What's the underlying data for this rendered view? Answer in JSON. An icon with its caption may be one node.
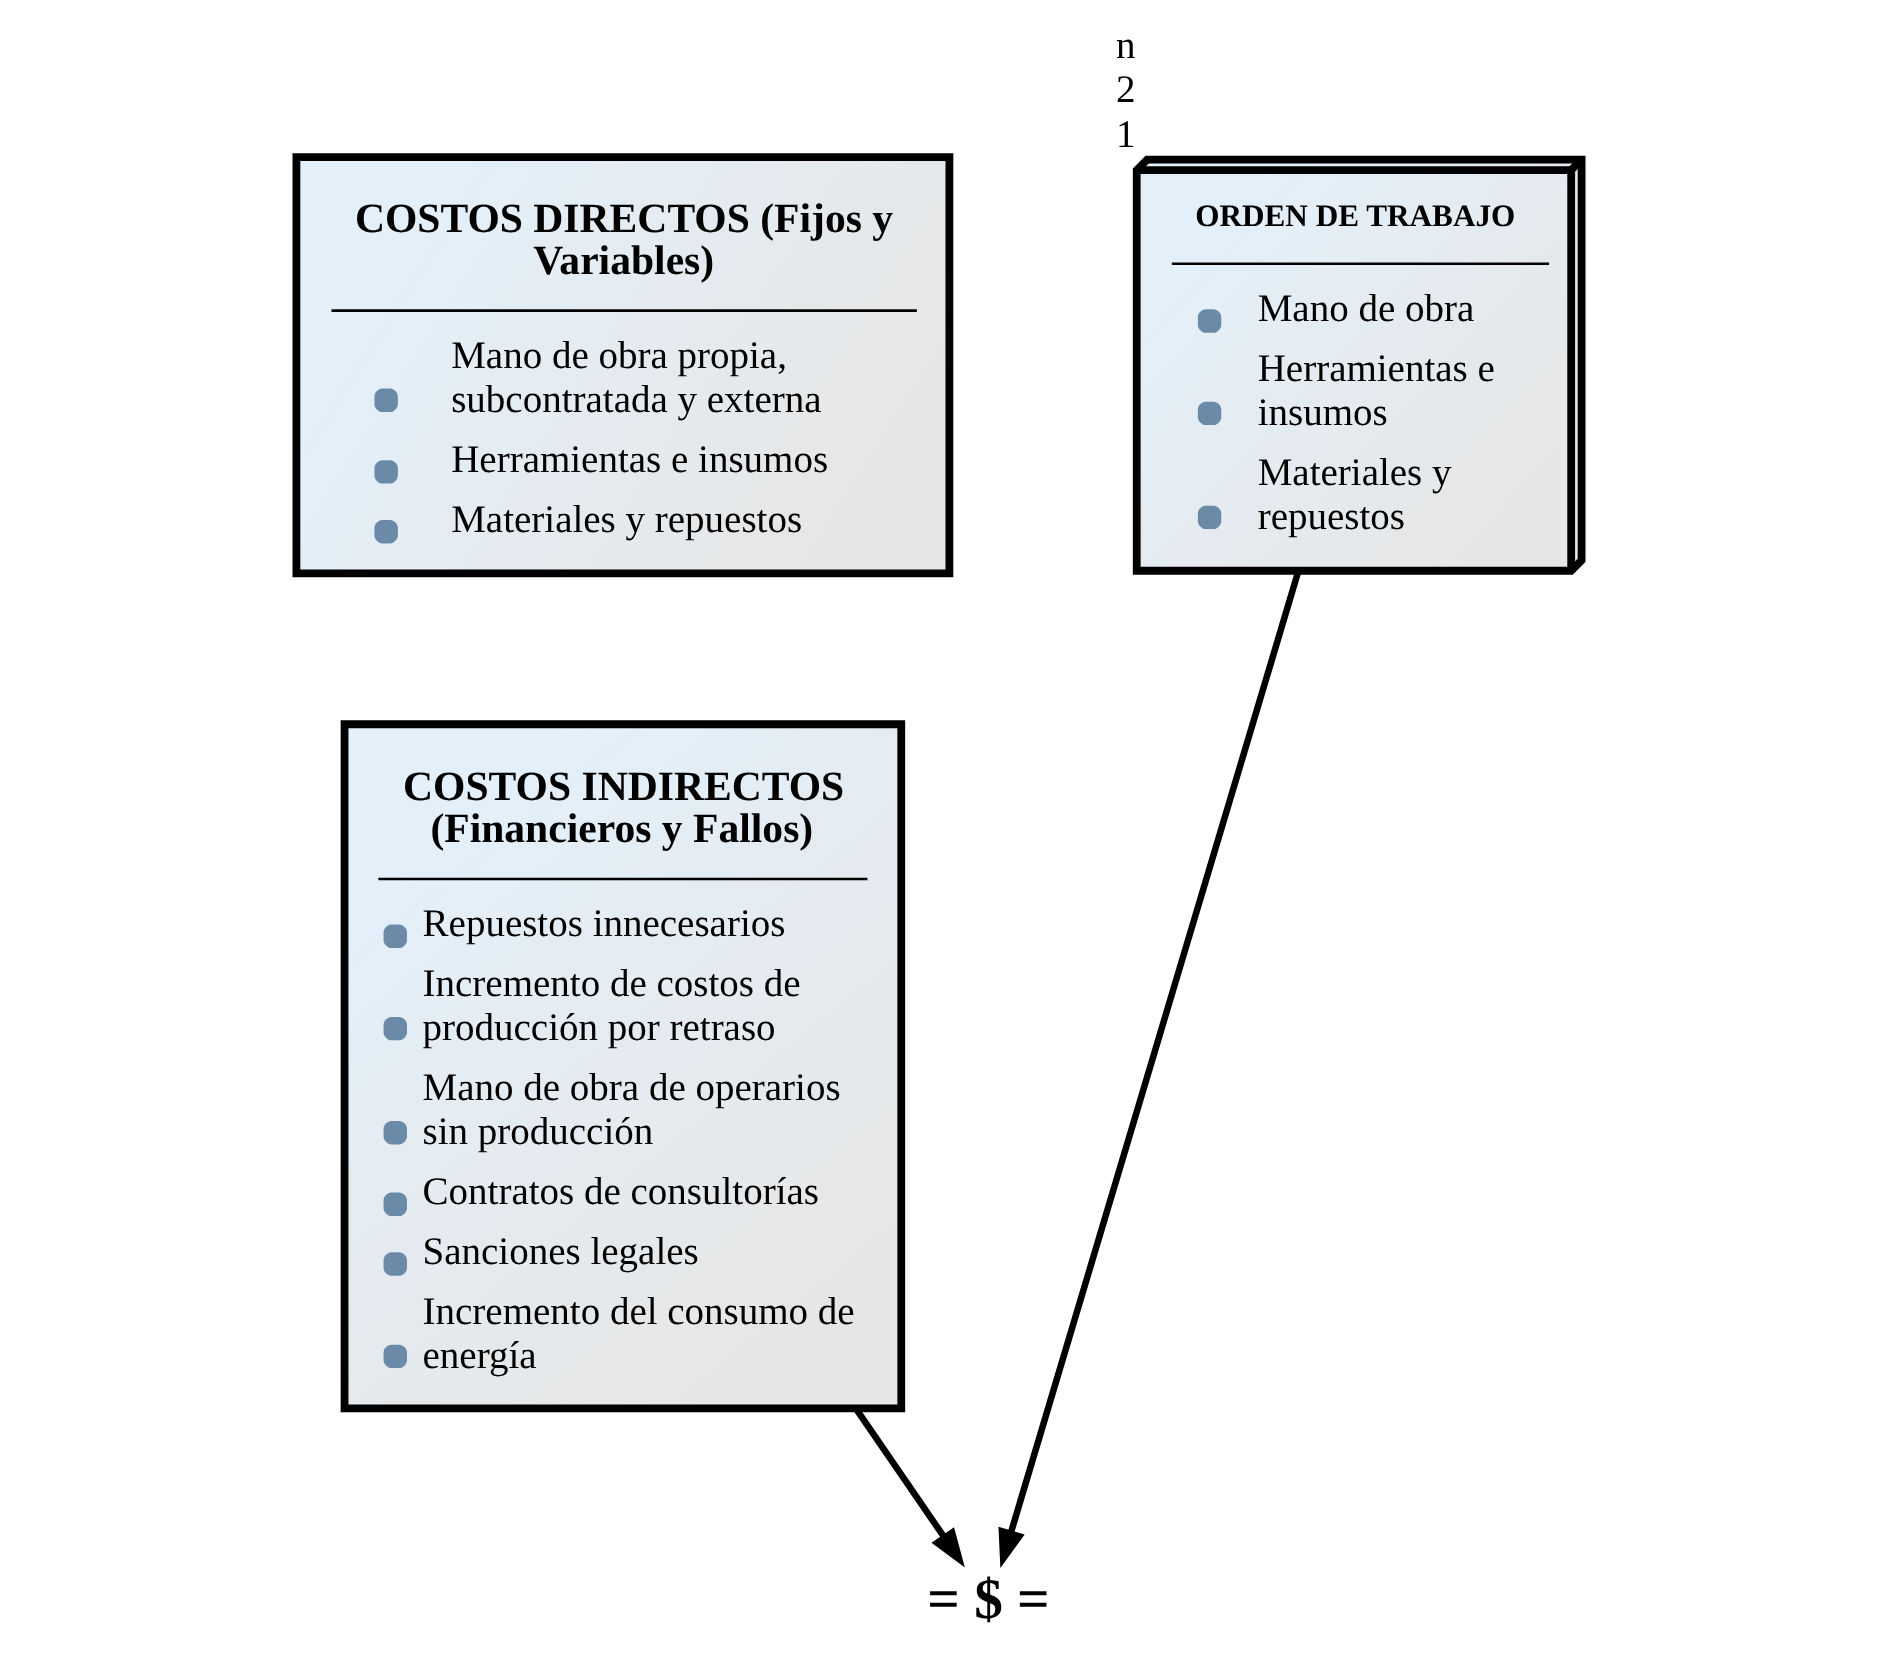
{
  "diagram": {
    "nodes": [
      {
        "text": [
          "COSTOS DIRECTOS (Fijos y Variables)",
          "Mano de obra propia, subcontratada y externa",
          "Herramientas e insumos",
          "Materiales y repuestos"
        ]
      },
      {
        "text": [
          "COSTOS INDIRECTOS (Financieros y Fallos)",
          "Repuestos innecesarios",
          "Incremento de costos de producción por retraso",
          "Mano de obra de operarios sin producción",
          "Contratos de consultorías",
          "Sanciones legales",
          "Incremento del consumo de energía"
        ]
      },
      {
        "text": [
          "ORDEN DE TRABAJO",
          "Mano de obra",
          "Herramientas e insumos",
          "Materiales y repuestos"
        ],
        "beside": [
          "n",
          "2",
          "1"
        ]
      },
      {
        "text": [
          "= $ ="
        ]
      }
    ],
    "edges": [
      {
        "from": 1,
        "to": 3,
        "arrow": "to"
      },
      {
        "from": 2,
        "to": 3,
        "arrow": "to"
      }
    ]
  }
}
